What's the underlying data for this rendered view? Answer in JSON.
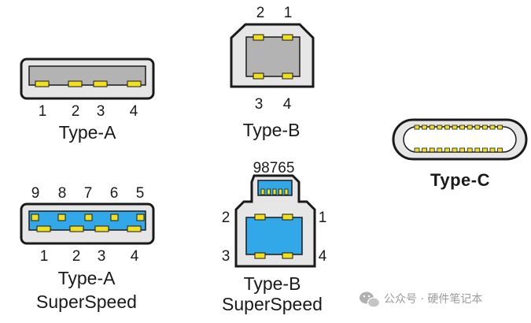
{
  "colors": {
    "outline": "#1a1a1a",
    "shell_fill": "#e6e6e6",
    "insert_gray": "#b3b3b3",
    "superspeed_blue": "#33a8e8",
    "pin_yellow": "#f0e020"
  },
  "connectors": {
    "type_a": {
      "label": "Type-A",
      "pins": [
        "1",
        "2",
        "3",
        "4"
      ]
    },
    "type_b": {
      "label": "Type-B",
      "pins_top": [
        "2",
        "1"
      ],
      "pins_bottom": [
        "3",
        "4"
      ]
    },
    "type_c": {
      "label": "Type-C"
    },
    "type_a_ss": {
      "label_line1": "Type-A",
      "label_line2": "SuperSpeed",
      "pins_top": [
        "9",
        "8",
        "7",
        "6",
        "5"
      ],
      "pins_bottom": [
        "1",
        "2",
        "3",
        "4"
      ]
    },
    "type_b_ss": {
      "label_line1": "Type-B",
      "label_line2": "SuperSpeed",
      "pins_top": "98765",
      "pin_left_upper": "2",
      "pin_right_upper": "1",
      "pin_left_lower": "3",
      "pin_right_lower": "4"
    }
  },
  "watermark": {
    "icon": "wechat-icon",
    "text": "公众号 · 硬件笔记本"
  }
}
